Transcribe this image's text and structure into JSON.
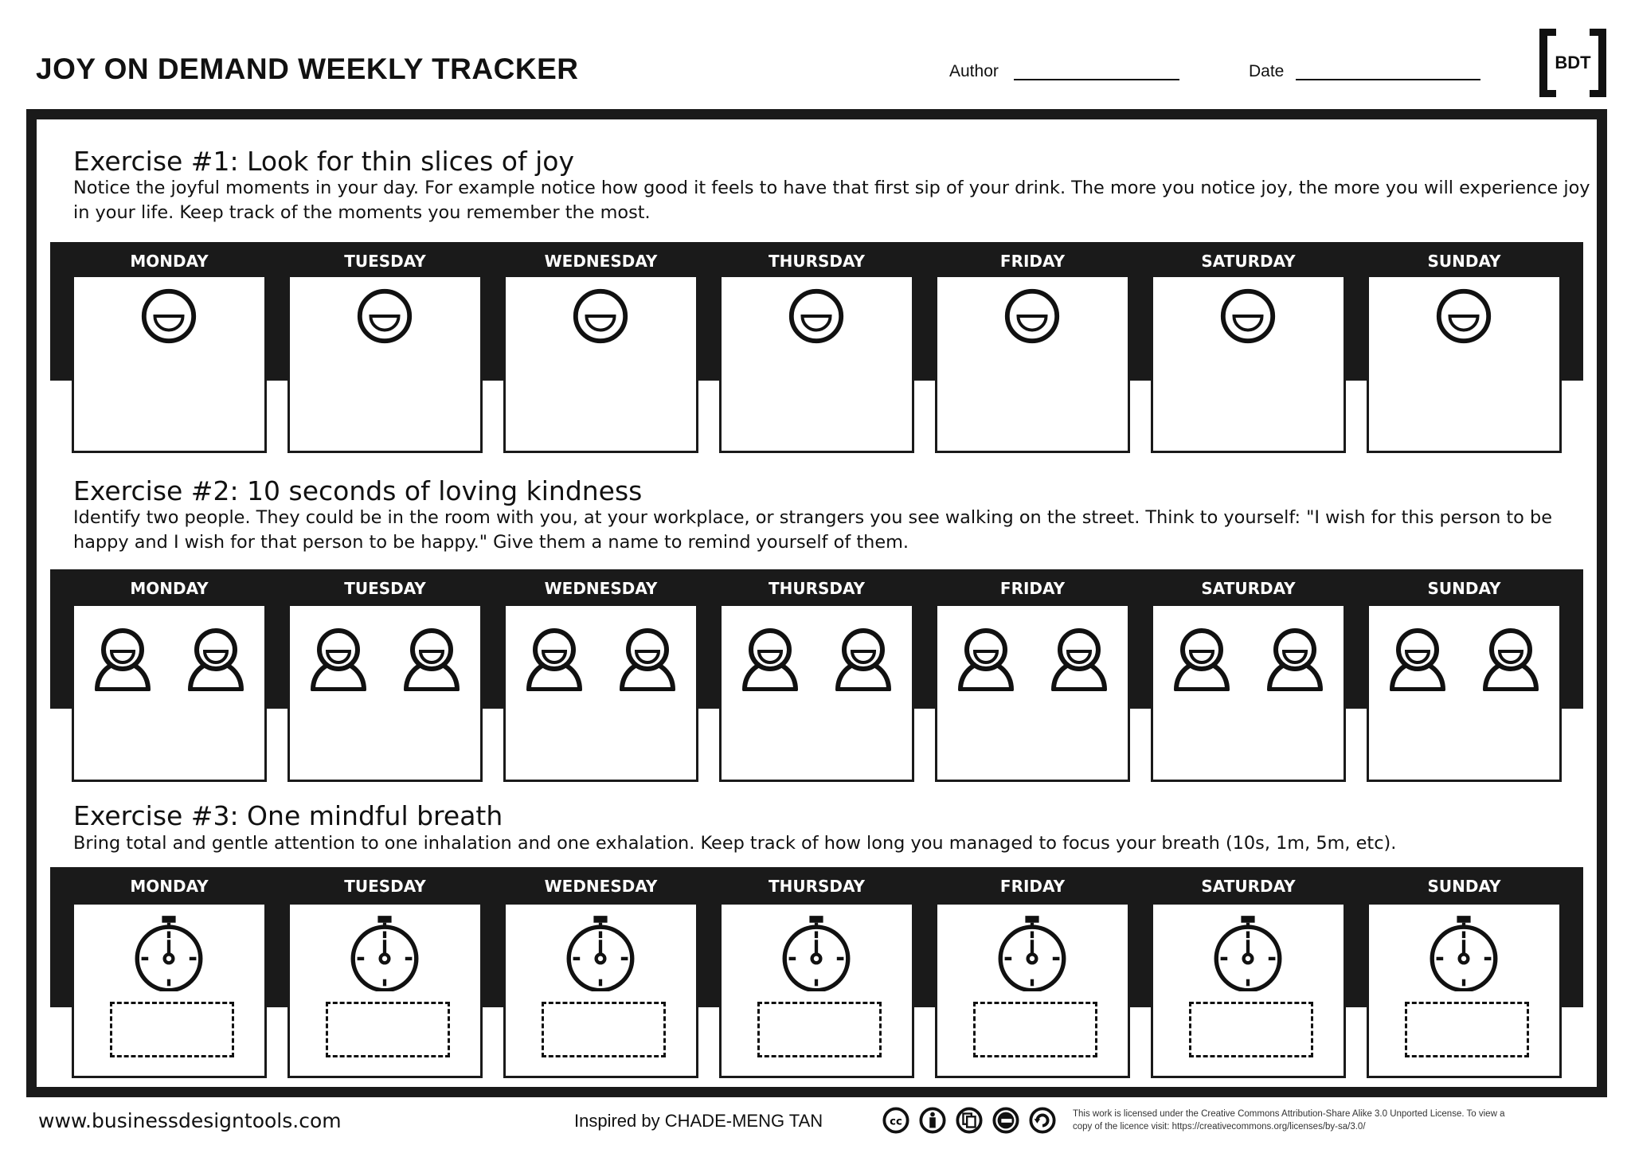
{
  "header": {
    "title": "JOY ON DEMAND WEEKLY TRACKER",
    "author_label": "Author",
    "date_label": "Date",
    "logo_text": "BDT"
  },
  "days": [
    "MONDAY",
    "TUESDAY",
    "WEDNESDAY",
    "THURSDAY",
    "FRIDAY",
    "SATURDAY",
    "SUNDAY"
  ],
  "exercises": [
    {
      "title": "Exercise #1: Look for thin slices of joy",
      "description": "Notice the joyful moments in your day. For example notice how good it feels to have that first sip of your drink. The more you notice joy, the more you will experience joy in your life. Keep track of the moments you remember the most.",
      "icon": "smiley-icon"
    },
    {
      "title": "Exercise #2: 10 seconds of loving kindness",
      "description": "Identify two people. They could be in the room with you, at your workplace, or strangers you see walking on the street. Think to yourself: \"I wish for this person to be happy and I wish for that person to be happy.\" Give them a name to remind yourself of them.",
      "icon": "person-icon"
    },
    {
      "title": "Exercise #3: One mindful breath",
      "description": "Bring total and gentle attention to one inhalation and one exhalation. Keep track of how long you managed to focus your breath (10s, 1m, 5m, etc).",
      "icon": "stopwatch-icon"
    }
  ],
  "footer": {
    "website": "www.businessdesigntools.com",
    "inspired": "Inspired by CHADE-MENG TAN",
    "license_line1": "This work is licensed under the Creative Commons Attribution-Share Alike 3.0 Unported License. To view a",
    "license_line2": "copy of the licence visit: https://creativecommons.org/licenses/by-sa/3.0/",
    "cc_icons": [
      "cc-icon",
      "by-icon",
      "copy-icon",
      "noncommercial-icon",
      "share-alike-icon"
    ]
  },
  "colors": {
    "ink": "#1a1a1a",
    "paper": "#ffffff"
  }
}
